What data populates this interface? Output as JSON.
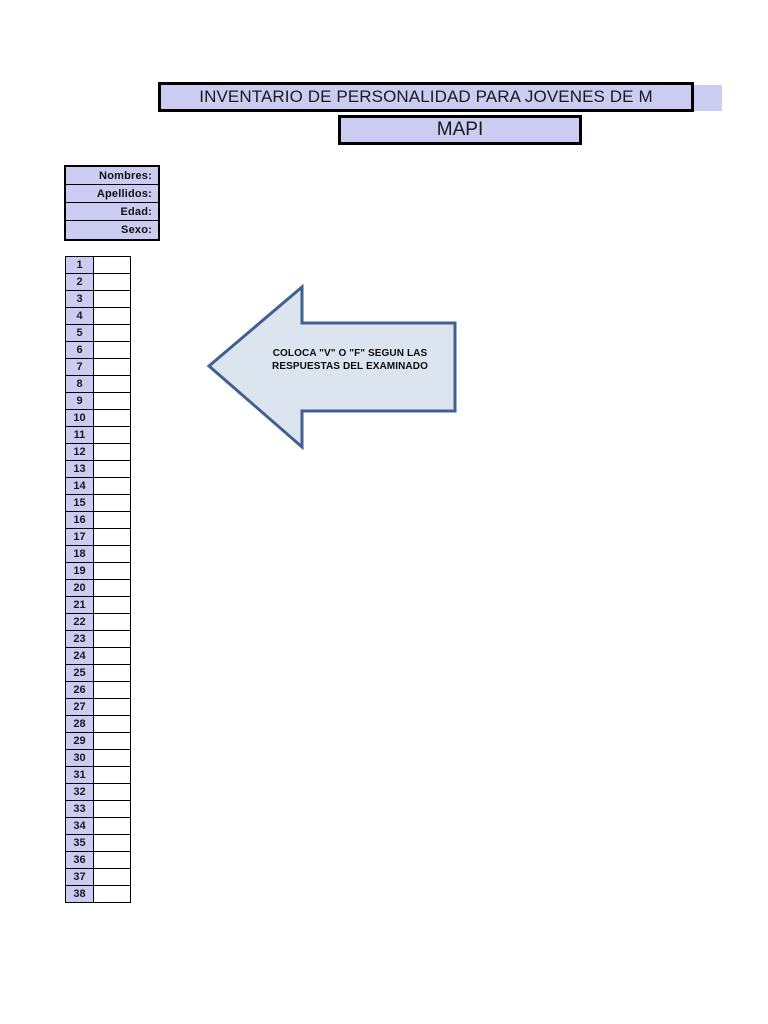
{
  "document": {
    "title_banner": "INVENTARIO DE PERSONALIDAD PARA JOVENES DE M",
    "subtitle_banner": "MAPI"
  },
  "identity_form": {
    "fields": [
      {
        "label": "Nombres:",
        "value": ""
      },
      {
        "label": "Apellidos:",
        "value": ""
      },
      {
        "label": "Edad:",
        "value": ""
      },
      {
        "label": "Sexo:",
        "value": ""
      }
    ]
  },
  "answer_table": {
    "row_count": 38,
    "rows": [
      {
        "number": "1",
        "answer": ""
      },
      {
        "number": "2",
        "answer": ""
      },
      {
        "number": "3",
        "answer": ""
      },
      {
        "number": "4",
        "answer": ""
      },
      {
        "number": "5",
        "answer": ""
      },
      {
        "number": "6",
        "answer": ""
      },
      {
        "number": "7",
        "answer": ""
      },
      {
        "number": "8",
        "answer": ""
      },
      {
        "number": "9",
        "answer": ""
      },
      {
        "number": "10",
        "answer": ""
      },
      {
        "number": "11",
        "answer": ""
      },
      {
        "number": "12",
        "answer": ""
      },
      {
        "number": "13",
        "answer": ""
      },
      {
        "number": "14",
        "answer": ""
      },
      {
        "number": "15",
        "answer": ""
      },
      {
        "number": "16",
        "answer": ""
      },
      {
        "number": "17",
        "answer": ""
      },
      {
        "number": "18",
        "answer": ""
      },
      {
        "number": "19",
        "answer": ""
      },
      {
        "number": "20",
        "answer": ""
      },
      {
        "number": "21",
        "answer": ""
      },
      {
        "number": "22",
        "answer": ""
      },
      {
        "number": "23",
        "answer": ""
      },
      {
        "number": "24",
        "answer": ""
      },
      {
        "number": "25",
        "answer": ""
      },
      {
        "number": "26",
        "answer": ""
      },
      {
        "number": "27",
        "answer": ""
      },
      {
        "number": "28",
        "answer": ""
      },
      {
        "number": "29",
        "answer": ""
      },
      {
        "number": "30",
        "answer": ""
      },
      {
        "number": "31",
        "answer": ""
      },
      {
        "number": "32",
        "answer": ""
      },
      {
        "number": "33",
        "answer": ""
      },
      {
        "number": "34",
        "answer": ""
      },
      {
        "number": "35",
        "answer": ""
      },
      {
        "number": "36",
        "answer": ""
      },
      {
        "number": "37",
        "answer": ""
      },
      {
        "number": "38",
        "answer": ""
      }
    ]
  },
  "callout": {
    "icon": "left-arrow-icon",
    "line1": "COLOCA \"V\" O \"F\" SEGUN LAS",
    "line2": "RESPUESTAS DEL EXAMINADO"
  },
  "colors": {
    "banner_fill": "#ccccf2",
    "banner_border": "#000000",
    "arrow_fill": "#dce4ef",
    "arrow_border": "#3f6192",
    "cell_fill": "#ccccf2",
    "page_background": "#ffffff"
  }
}
